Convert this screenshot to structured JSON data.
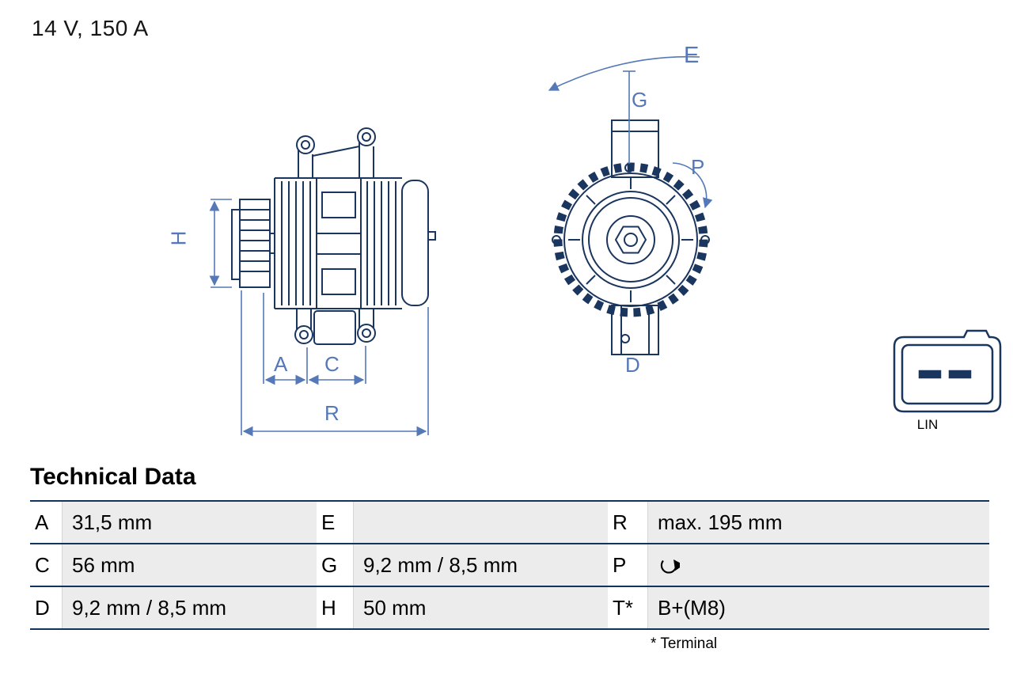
{
  "header": {
    "spec": "14 V, 150 A"
  },
  "diagram": {
    "dimension_labels": {
      "H": "H",
      "A": "A",
      "C": "C",
      "R": "R",
      "E": "E",
      "G": "G",
      "P": "P",
      "D": "D"
    },
    "connector_label": "LIN",
    "drawings": [
      "alternator-side-view",
      "alternator-front-view",
      "lin-connector-drawing"
    ],
    "icons": {
      "rotation": "rotation-direction-icon"
    }
  },
  "technical_data": {
    "title": "Technical Data",
    "footnote": "* Terminal",
    "rows": [
      [
        {
          "key": "A",
          "value": "31,5 mm"
        },
        {
          "key": "E",
          "value": ""
        },
        {
          "key": "R",
          "value": "max. 195 mm"
        }
      ],
      [
        {
          "key": "C",
          "value": "56 mm"
        },
        {
          "key": "G",
          "value": "9,2 mm / 8,5 mm"
        },
        {
          "key": "P",
          "value": "",
          "icon": "rotation-direction-icon"
        }
      ],
      [
        {
          "key": "D",
          "value": "9,2 mm / 8,5 mm"
        },
        {
          "key": "H",
          "value": "50 mm"
        },
        {
          "key": "T*",
          "value": "B+(M8)"
        }
      ]
    ]
  },
  "colors": {
    "drawing_line": "#1a355e",
    "dimension": "#5578b8",
    "table_border": "#11345c",
    "cell_shade": "#ececec"
  }
}
